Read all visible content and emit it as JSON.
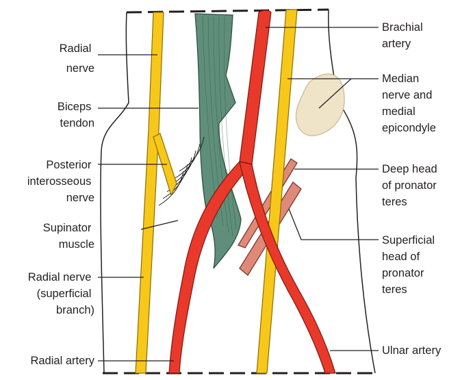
{
  "colors": {
    "nerve": "#f7c81a",
    "nerve_outline": "#8a6d00",
    "artery": "#e8392b",
    "artery_outline": "#7a1710",
    "tendon": "#5f8f7a",
    "tendon_outline": "#2d4f40",
    "muscle": "#df8a78",
    "muscle_outline": "#7a3427",
    "epicondyle": "#efe3c8",
    "outline": "#231f20",
    "label_text": "#231f20"
  },
  "labels_left": {
    "radial_nerve": [
      "Radial",
      "nerve"
    ],
    "biceps_tendon": [
      "Biceps",
      "tendon"
    ],
    "posterior_interosseous_nerve": [
      "Posterior",
      "interosseous",
      "nerve"
    ],
    "supinator_muscle": [
      "Supinator",
      "muscle"
    ],
    "radial_nerve_superficial": [
      "Radial nerve",
      "(superficial",
      "branch)"
    ],
    "radial_artery": [
      "Radial artery"
    ]
  },
  "labels_right": {
    "brachial_artery": [
      "Brachial",
      "artery"
    ],
    "median_nerve_medial_epicondyle": [
      "Median",
      "nerve and",
      "medial",
      "epicondyle"
    ],
    "deep_head_pronator_teres": [
      "Deep head",
      "of pronator",
      "teres"
    ],
    "superficial_head_pronator_teres": [
      "Superficial",
      "head of",
      "pronator",
      "teres"
    ],
    "ulnar_artery": [
      "Ulnar artery"
    ]
  }
}
